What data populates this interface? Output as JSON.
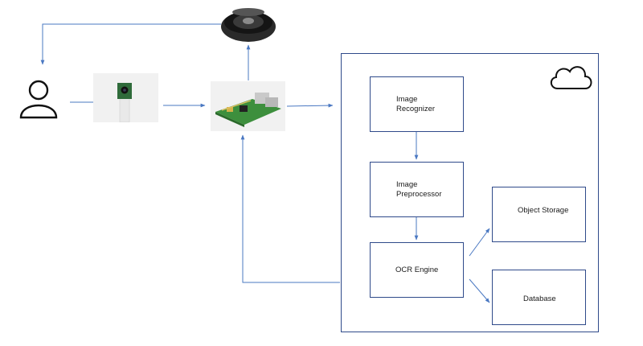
{
  "diagram": {
    "nodes": {
      "user": {
        "icon": "person-icon"
      },
      "speaker": {
        "icon": "speaker-icon"
      },
      "camera": {
        "icon": "camera-module-photo"
      },
      "board": {
        "icon": "raspberry-pi-board-photo"
      },
      "cloud": {
        "icon": "cloud-icon"
      },
      "image_recognizer": {
        "label": "Image\nRecognizer"
      },
      "image_preprocessor": {
        "label": "Image\nPreprocessor"
      },
      "ocr_engine": {
        "label": "OCR Engine"
      },
      "object_storage": {
        "label": "Object Storage"
      },
      "database": {
        "label": "Database"
      }
    },
    "edges": [
      {
        "from": "user",
        "to": "camera"
      },
      {
        "from": "camera",
        "to": "board"
      },
      {
        "from": "board",
        "to": "cloud"
      },
      {
        "from": "board",
        "to": "speaker"
      },
      {
        "from": "speaker",
        "to": "user"
      },
      {
        "from": "image_recognizer",
        "to": "image_preprocessor"
      },
      {
        "from": "image_preprocessor",
        "to": "ocr_engine"
      },
      {
        "from": "ocr_engine",
        "to": "object_storage"
      },
      {
        "from": "ocr_engine",
        "to": "database"
      },
      {
        "from": "cloud",
        "to": "board"
      }
    ],
    "colors": {
      "arrow": "#4a78c2",
      "box_border": "#2f4a8a",
      "icon": "#111111",
      "board_green": "#3d8f3d"
    }
  }
}
